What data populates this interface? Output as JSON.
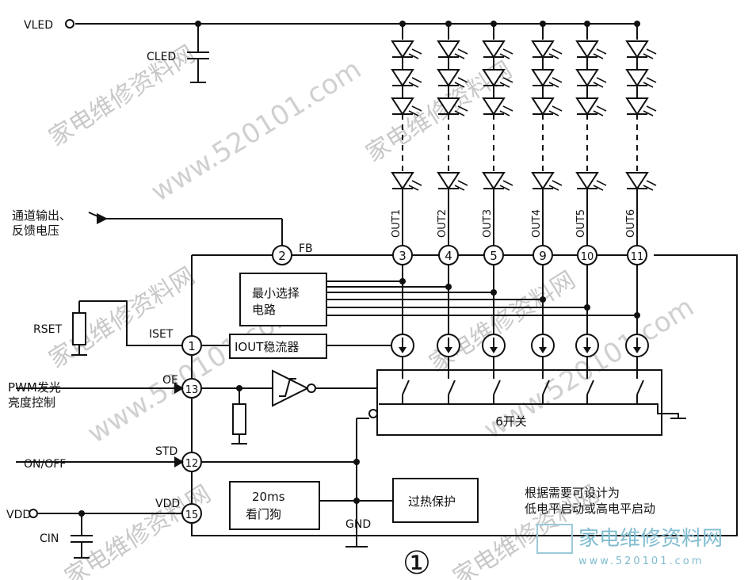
{
  "labels": {
    "vled": "VLED",
    "cled": "CLED",
    "feedback_line1": "通道输出、",
    "feedback_line2": "反馈电压",
    "rset": "RSET",
    "iset": "ISET",
    "pwm_line1": "PWM发光",
    "pwm_line2": "亮度控制",
    "oe": "OE",
    "on_off": "ON/OFF",
    "std": "STD",
    "vdd": "VDD",
    "vdd_pin": "VDD",
    "cin": "CIN",
    "fb": "FB",
    "gnd": "GND",
    "min_select_line1": "最小选择",
    "min_select_line2": "电路",
    "iout_regulator": "IOUT稳流器",
    "six_switch": "6开关",
    "watchdog_line1": "20ms",
    "watchdog_line2": "看门狗",
    "overheat": "过热保护",
    "note_line1": "根据需要可设计为",
    "note_line2": "低电平启动或高电平启动",
    "figure_number": "①"
  },
  "pins": {
    "fb": "2",
    "out1": "3",
    "out2": "4",
    "out3": "5",
    "out4": "9",
    "out5": "10",
    "out6": "11",
    "iset": "1",
    "oe": "13",
    "std": "12",
    "vdd": "15"
  },
  "outputs": [
    "OUT1",
    "OUT2",
    "OUT3",
    "OUT4",
    "OUT5",
    "OUT6"
  ],
  "watermark": {
    "text": "家电维修资料网",
    "site": "www.520101.com",
    "logo_text": "家电维修资料网",
    "logo_url": "www.520101.com"
  },
  "colors": {
    "ink": "#111111",
    "watermark": "#c8c8c8"
  }
}
